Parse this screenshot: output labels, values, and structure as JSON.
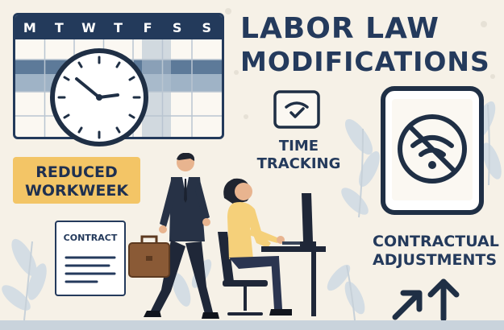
{
  "calendar": {
    "days": [
      "M",
      "T",
      "W",
      "T",
      "F",
      "S",
      "S"
    ]
  },
  "title": {
    "line1": "LABOR LAW",
    "line2": "MODIFICATIONS"
  },
  "time_tracking": {
    "line1": "TIME",
    "line2": "TRACKING"
  },
  "reduced_workweek": {
    "line1": "REDUCED",
    "line2": "WORKWEEK"
  },
  "contract": {
    "label": "CONTRACT"
  },
  "contractual_adjustments": {
    "line1": "CONTRACTUAL",
    "line2": "ADJUSTMENTS"
  },
  "colors": {
    "navy": "#233a5b",
    "background": "#f6f1e7",
    "badge_yellow": "#f3c566",
    "leaf_blue": "#cfd9e0",
    "shirt_yellow": "#f5d07a"
  },
  "icons": [
    "clock-icon",
    "checkmark-icon",
    "no-wifi-icon",
    "document-icon",
    "arrows-up-icon",
    "briefcase-icon",
    "computer-monitor-icon"
  ]
}
